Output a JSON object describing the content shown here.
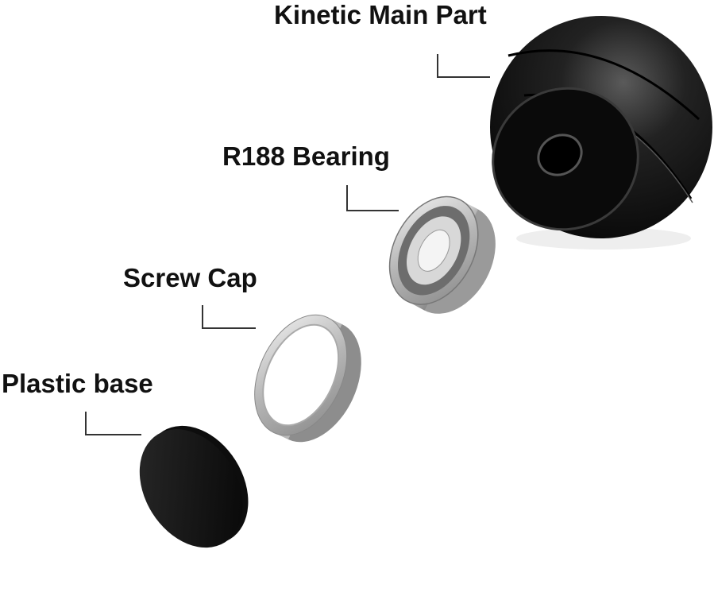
{
  "labels": {
    "main_part": "Kinetic Main Part",
    "bearing": "R188 Bearing",
    "screw_cap": "Screw Cap",
    "plastic_base": "Plastic base"
  },
  "colors": {
    "text": "#111111",
    "leader_line": "#333333",
    "black_part": "#141414",
    "metal": "#c8c8c8"
  }
}
